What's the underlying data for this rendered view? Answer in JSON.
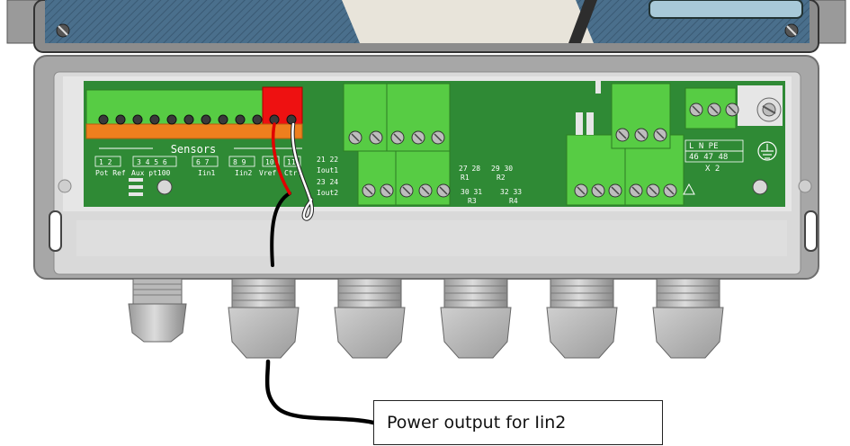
{
  "diagram": {
    "callout_text": "Power output for Iin2",
    "section_label": "Sensors",
    "terminal_groups": [
      {
        "numbers": "1 2",
        "caption": "Pot Ref"
      },
      {
        "numbers": "3 4 5 6",
        "caption": "Aux pt100"
      },
      {
        "numbers": "6 7",
        "caption": "Iin1"
      },
      {
        "numbers": "8 9",
        "caption": "Iin2"
      },
      {
        "numbers": "10",
        "caption": "Vref"
      },
      {
        "numbers": "11",
        "caption": "Ctrl"
      }
    ],
    "output_labels": [
      "21 22",
      "Iout1",
      "23 24",
      "Iout2"
    ],
    "relay_labels": [
      {
        "numbers": "27 28",
        "caption": "R1"
      },
      {
        "numbers": "29 30",
        "caption": "R2"
      },
      {
        "numbers": "30 31",
        "caption": "R3"
      },
      {
        "numbers": "32 33",
        "caption": "R4"
      }
    ],
    "power_labels": {
      "top": "L  N  PE",
      "numbers": "46 47 48",
      "bottom": "X 2"
    },
    "colors": {
      "enclosure": "#a7a7a7",
      "board": "#2f8a35",
      "terminal_green": "#57cc44",
      "terminal_orange": "#ee7f1e",
      "terminal_red": "#ee1111",
      "wire_black": "#000000",
      "wire_red": "#e10000",
      "wire_white": "#ffffff"
    }
  }
}
